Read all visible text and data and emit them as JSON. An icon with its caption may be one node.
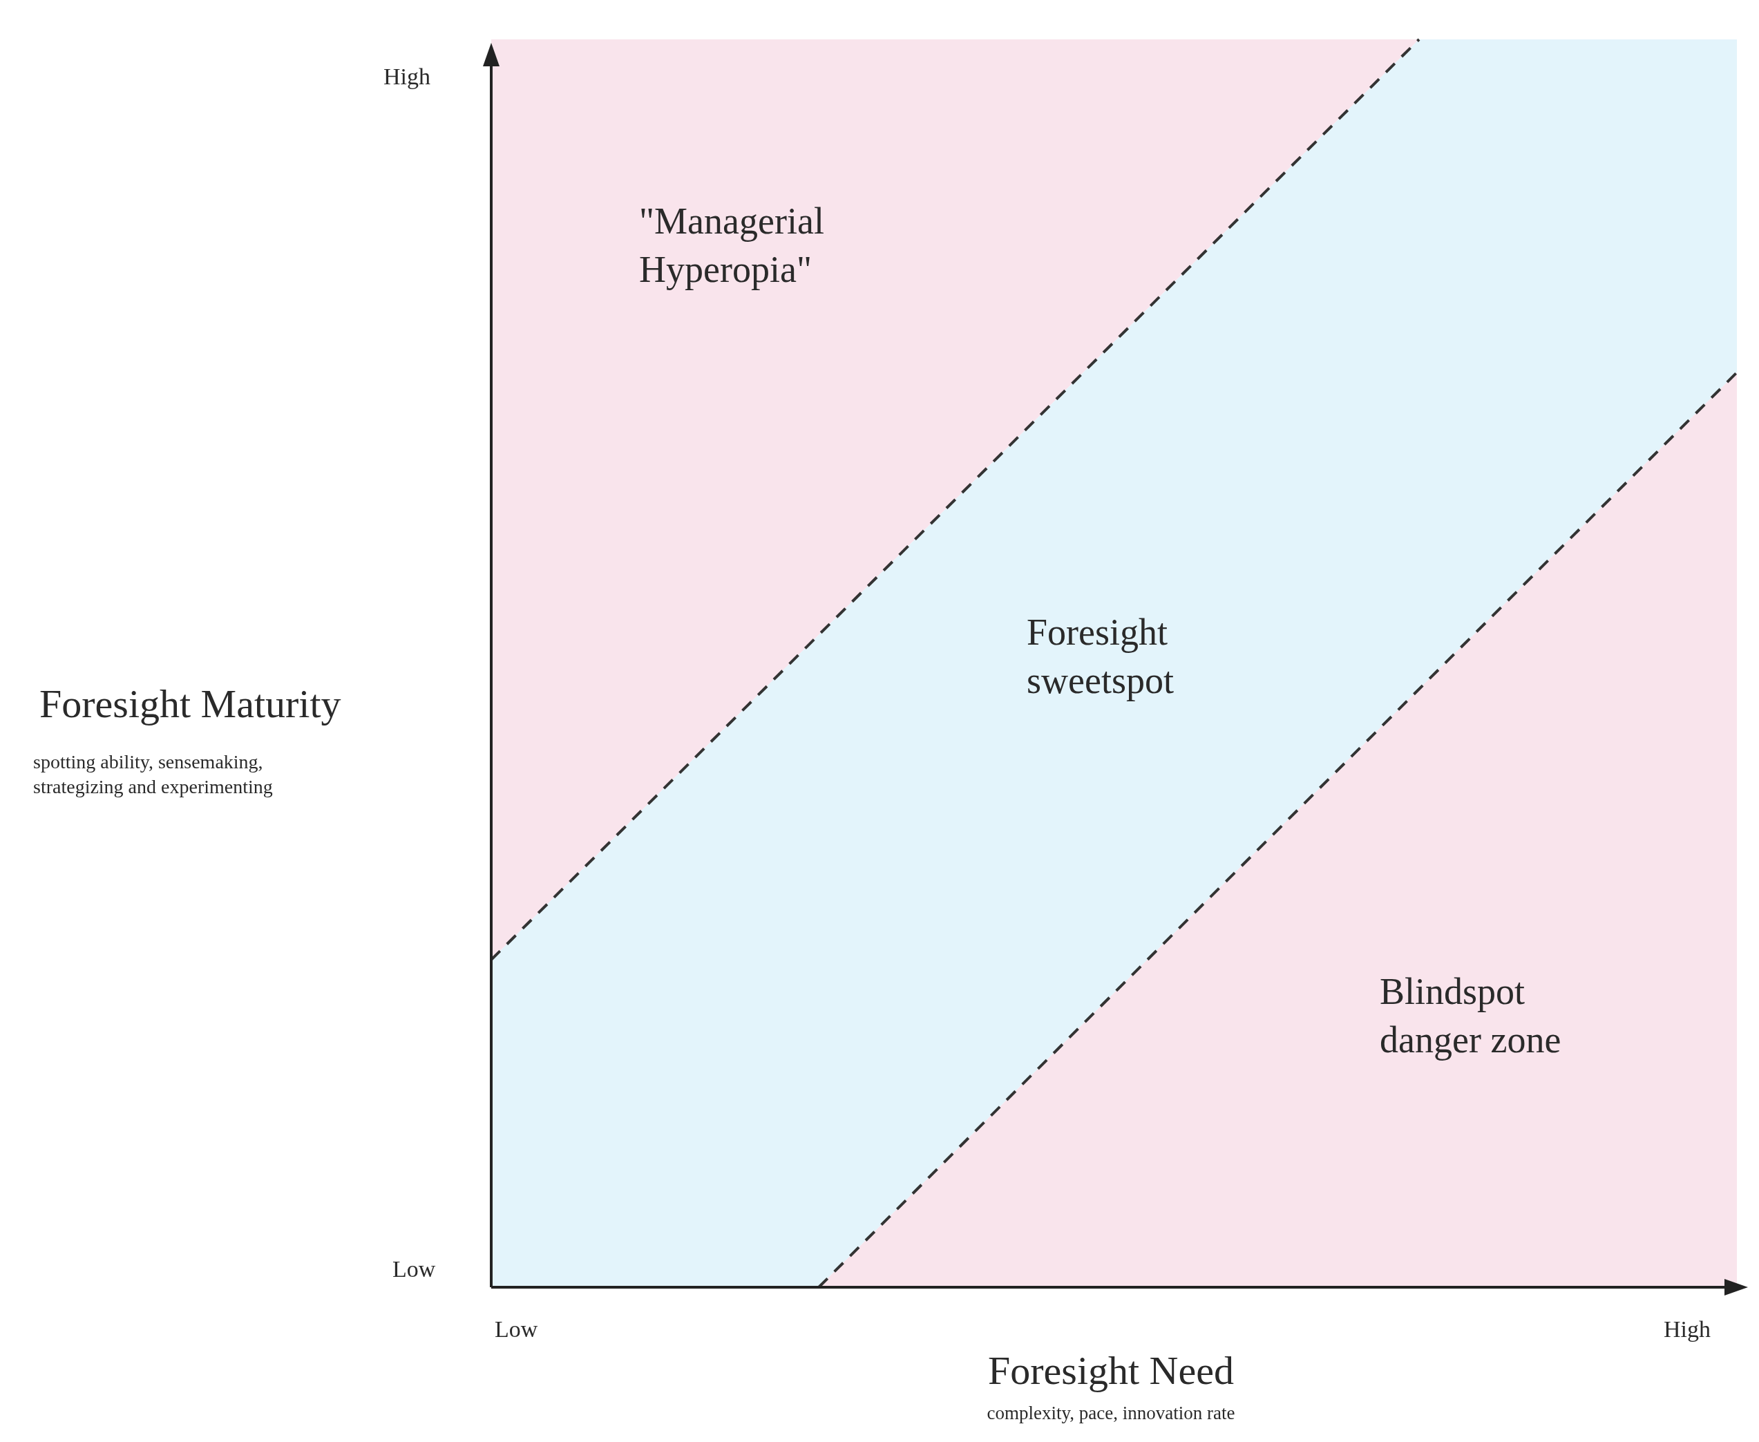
{
  "diagram": {
    "nodes": [
      {
        "text": [
          "\"Managerial Hyperopia\""
        ]
      },
      {
        "text": [
          "Foresight sweetspot"
        ]
      },
      {
        "text": [
          "Blindspot danger zone"
        ]
      }
    ],
    "labels": [
      "High",
      "Foresight Maturity",
      "spotting ability, sensemaking, strategizing and experimenting",
      "Low",
      "Low",
      "High",
      "Foresight Need",
      "complexity, pace, innovation rate"
    ]
  }
}
